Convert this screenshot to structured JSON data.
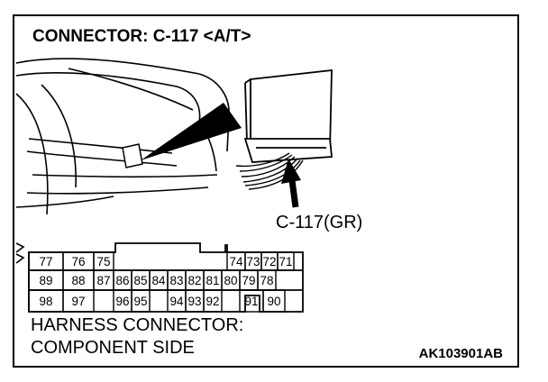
{
  "title": "CONNECTOR: C-117 <A/T>",
  "callout_label": "C-117(GR)",
  "harness_line1": "HARNESS CONNECTOR:",
  "harness_line2": "COMPONENT SIDE",
  "figure_code": "AK103901AB",
  "pins": {
    "row1_left": [
      "77",
      "76",
      "75"
    ],
    "row1_right": [
      "74",
      "73",
      "72",
      "71"
    ],
    "row2": [
      "89",
      "88",
      "87",
      "86",
      "85",
      "84",
      "83",
      "82",
      "81",
      "80",
      "79",
      "78"
    ],
    "row3": [
      "98",
      "97",
      "96",
      "95",
      "94",
      "93",
      "92",
      "91",
      "90"
    ]
  }
}
